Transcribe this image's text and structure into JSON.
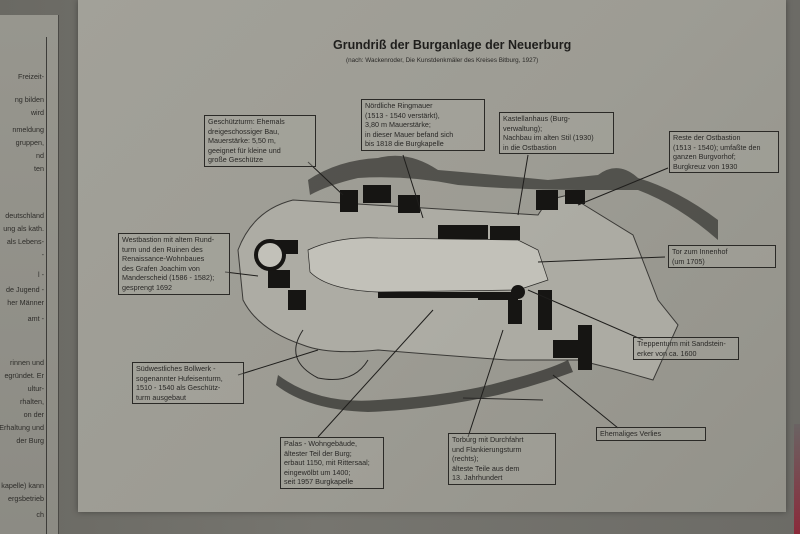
{
  "poster": {
    "title": "Grundriß der Burganlage der Neuerburg",
    "subtitle": "(nach: Wackenroder, Die Kunstdenkmäler des Kreises Bitburg, 1927)",
    "labels": [
      {
        "id": "geschuetzturm",
        "lines": [
          "Geschützturm: Ehemals",
          "dreigeschossiger Bau,",
          "Mauerstärke: 5,50 m,",
          "geeignet für kleine und",
          "große Geschütze"
        ]
      },
      {
        "id": "ringmauer",
        "lines": [
          "Nördliche Ringmauer",
          "(1513 - 1540 verstärkt),",
          "3,80 m Mauerstärke;",
          "in dieser Mauer befand sich",
          "bis 1818 die Burgkapelle"
        ]
      },
      {
        "id": "kastellanhaus",
        "lines": [
          "Kastellanhaus (Burg-",
          "verwaltung);",
          "Nachbau im alten Stil (1930)",
          "in die Ostbastion"
        ]
      },
      {
        "id": "ostbastion",
        "lines": [
          "Reste der Ostbastion",
          "(1513 - 1540); umfaßte den",
          "ganzen Burgvorhof;",
          "Burgkreuz von 1930"
        ]
      },
      {
        "id": "westbastion",
        "lines": [
          "Westbastion mit altem Rund-",
          "turm und den Ruinen des",
          "Renaissance-Wohnbaues",
          "des Grafen Joachim von",
          "Manderscheid (1586 - 1582);",
          "gesprengt 1692"
        ]
      },
      {
        "id": "tor-innenhof",
        "lines": [
          "Tor zum Innenhof",
          "(um 1705)"
        ]
      },
      {
        "id": "treppenturm",
        "lines": [
          "Treppenturm mit Sandstein-",
          "erker von ca. 1600"
        ]
      },
      {
        "id": "bollwerk",
        "lines": [
          "Südwestliches Bollwerk -",
          "sogenannter Hufeisenturm,",
          "1510 - 1540 als Geschütz-",
          "turm ausgebaut"
        ]
      },
      {
        "id": "palas",
        "lines": [
          "Palas - Wohngebäude,",
          "ältester Teil der Burg;",
          "erbaut 1150, mit Rittersaal;",
          "eingewölbt um 1400;",
          "seit 1957 Burgkapelle"
        ]
      },
      {
        "id": "torburg",
        "lines": [
          "Torburg mit Durchfahrt",
          "und Flankierungsturm",
          "(rechts);",
          "älteste Teile aus dem",
          "13. Jahrhundert"
        ]
      },
      {
        "id": "verlies",
        "lines": [
          "Ehemaliges Verlies"
        ]
      }
    ]
  },
  "left_sheet": {
    "lines": [
      "Freizeit-",
      "ng bilden",
      "wird",
      "nmeldung",
      "gruppen,",
      "nd",
      "ten",
      "deutschland",
      "ung als kath.",
      "als Lebens-",
      "-",
      "l -",
      "de Jugend -",
      "her Männer",
      "amt -",
      "rinnen und",
      "egründet. Er",
      "ultur-",
      "rhalten,",
      "on der",
      "Erhaltung und",
      "der Burg",
      "kapelle) kann",
      "ergsbetrieb",
      "ch"
    ]
  },
  "colors": {
    "paper": "#9d9c94",
    "ink": "#1f1e1c",
    "wall": "#6c6b66"
  }
}
